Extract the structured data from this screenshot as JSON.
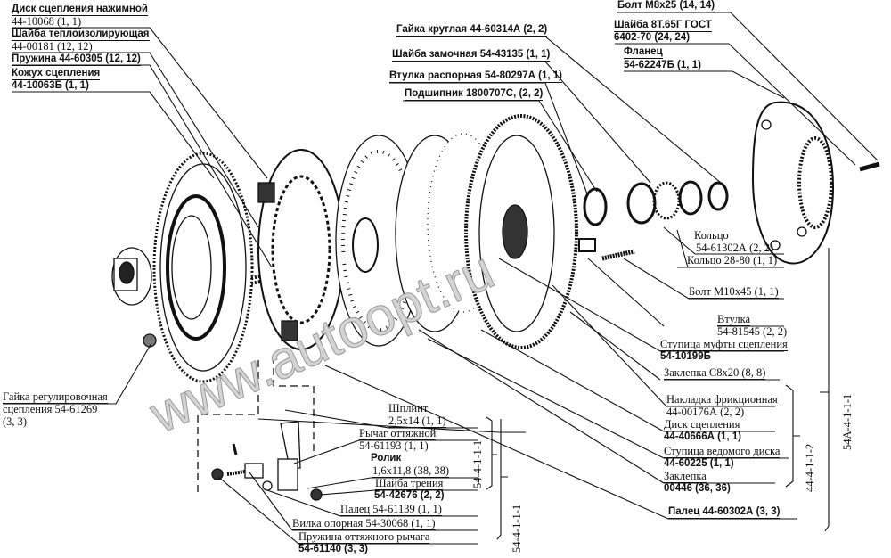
{
  "watermark": "www.autoopt.ru",
  "labels": {
    "disk_nazhimnoy": "Диск сцепления нажимной",
    "disk_nazhimnoy_code": "44-10068 (1, 1)",
    "shayba_teplo": "Шайба теплоизолирующая",
    "shayba_teplo_code": "44-00181 (12, 12)",
    "pruzhina": "Пружина 44-60305 (12, 12)",
    "kozhuh": "Кожух сцепления",
    "kozhuh_code": "44-10063Б (1, 1)",
    "bolt_m8": "Болт М8х25 (14, 14)",
    "gayka_kruglaya": "Гайка круглая 44-60314А (2, 2)",
    "shayba_8t": "Шайба 8Т.65Г ГОСТ",
    "shayba_8t_code": "6402-70 (24, 24)",
    "flanec": "Фланец",
    "flanec_code": "54-62247Б (1, 1)",
    "shayba_zamoch": "Шайба замочная 54-43135 (1, 1)",
    "vtulka_raspor": "Втулка распорная 54-80297А (1, 1)",
    "podshipnik": "Подшипник 1800707С, (2, 2)",
    "kolco": "Кольцо",
    "kolco_code": "54-61302А (2, 2)",
    "kolco_28": "Кольцо 28-80 (1, 1)",
    "bolt_m10": "Болт М10х45 (1, 1)",
    "vtulka": "Втулка",
    "vtulka_code": "54-81545 (2, 2)",
    "stupica_mufty": "Ступица муфты сцепления",
    "stupica_mufty_code": "54-10199Б",
    "zaklepka_c8": "Заклепка С8х20 (8, 8)",
    "nakladka": "Накладка фрикционная",
    "nakladka_code": "44-00176А (2, 2)",
    "disk_scepl": "Диск сцепления",
    "disk_scepl_code": "44-40666А (1, 1)",
    "stupica_ved": "Ступица ведомого диска",
    "stupica_ved_code": "44-60225 (1, 1)",
    "zaklepka": "Заклепка",
    "zaklepka_code": "00446 (36, 36)",
    "palec_44": "Палец 44-60302А (3, 3)",
    "gayka_reg": "Гайка регулировочная",
    "gayka_reg_2": "сцепления 54-61269",
    "gayka_reg_3": "(3, 3)",
    "shplint": "Шплинт",
    "shplint_code": "2,5х14 (1, 1)",
    "rychag": "Рычаг оттяжной",
    "rychag_code": "54-61193 (1, 1)",
    "rolik": "Ролик",
    "rolik_code": "1,6х11,8 (38, 38)",
    "shayba_treniya": "Шайба трения",
    "shayba_treniya_code": "54-42676 (2, 2)",
    "palec_54": "Палец 54-61139 (1, 1)",
    "vilka": "Вилка опорная 54-30068 (1, 1)",
    "pruzhina_rych": "Пружина оттяжного рычага",
    "pruzhina_rych_code": "54-61140 (3, 3)"
  },
  "groups": {
    "g1": "44-4-1-1-2",
    "g2": "54А-4-1-1-1",
    "g3": "54-4-1-1-1",
    "g4": "54-4-1-1-1"
  }
}
